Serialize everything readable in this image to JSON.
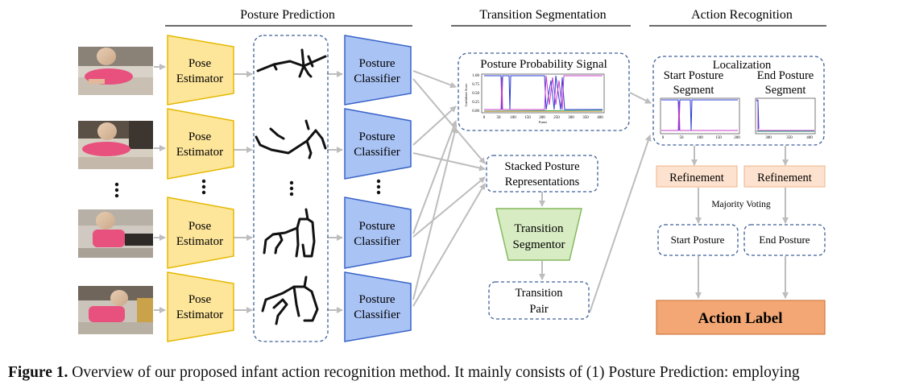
{
  "headers": {
    "posture_prediction": "Posture Prediction",
    "transition_segmentation": "Transition Segmentation",
    "action_recognition": "Action Recognition"
  },
  "pose_estimator": [
    "Pose",
    "Estimator"
  ],
  "posture_classifier": [
    "Posture",
    "Classifier"
  ],
  "probability_signal": {
    "title": "Posture Probability Signal",
    "ylabel": "Confidence Score",
    "xlabel": "Frame",
    "yticks": [
      "1.00",
      "0.75",
      "0.50",
      "0.25",
      "0.00"
    ],
    "xticks": [
      "0",
      "50",
      "100",
      "150",
      "200",
      "250",
      "300",
      "350",
      "400"
    ]
  },
  "stacked": [
    "Stacked Posture",
    "Representations"
  ],
  "segmentor": [
    "Transition",
    "Segmentor"
  ],
  "transition_pair": [
    "Transition",
    "Pair"
  ],
  "localization": {
    "title": "Localization",
    "start_segment": [
      "Start Posture",
      "Segment"
    ],
    "end_segment": [
      "End Posture",
      "Segment"
    ],
    "start_xticks": [
      "0",
      "50",
      "100",
      "150",
      "200"
    ],
    "end_xticks": [
      "300",
      "350",
      "400"
    ]
  },
  "refinement": "Refinement",
  "majority_voting": "Majority Voting",
  "start_posture": "Start Posture",
  "end_posture": "End Posture",
  "action_label": "Action Label",
  "caption": {
    "label": "Figure 1.",
    "text": " Overview of our proposed infant action recognition method. It mainly consists of (1) Posture Prediction: employing"
  },
  "colors": {
    "pose_fill": "#fde59a",
    "pose_stroke": "#e5b800",
    "classifier_fill": "#a9c3f5",
    "classifier_stroke": "#3a64c8",
    "dashed_border": "#3d5f99",
    "refine_fill": "#fde2cf",
    "segmentor_fill": "#d7ecc3",
    "action_fill": "#f3a774",
    "arrow": "#bdbdbd"
  }
}
